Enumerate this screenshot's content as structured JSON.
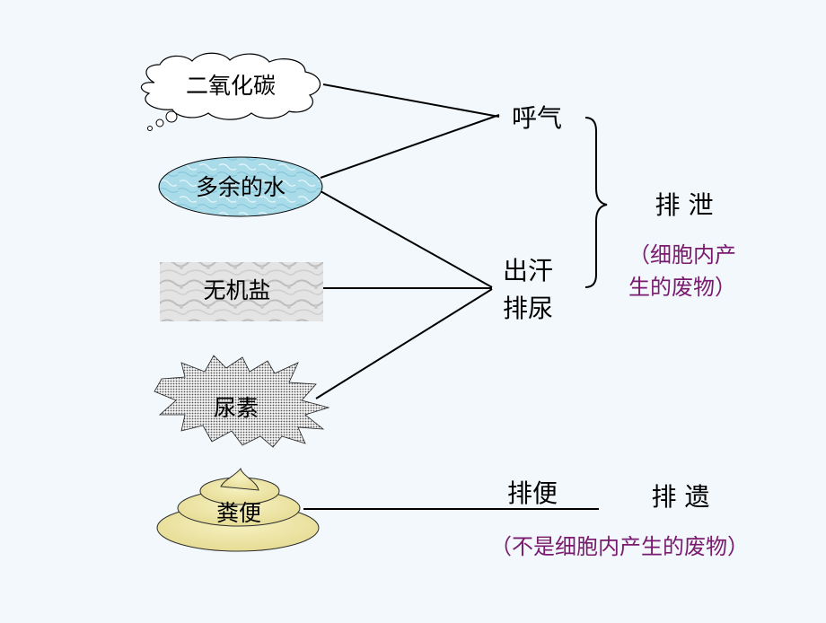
{
  "nodes": {
    "co2": "二氧化碳",
    "water": "多余的水",
    "salt": "无机盐",
    "urea": "尿素",
    "feces": "粪便"
  },
  "routes": {
    "breath": "呼气",
    "sweat": "出汗",
    "urine": "排尿",
    "defecate": "排便"
  },
  "categories": {
    "excretion": "排 泄",
    "excretion_note_line1": "（细胞内产",
    "excretion_note_line2": "生的废物）",
    "egestion": "排 遗",
    "egestion_note": "（不是细胞内产生的废物）"
  },
  "colors": {
    "note_text": "#7a1a6e",
    "line": "#000000",
    "background": "#f2f8fc",
    "water_fill": "#a8d8e8",
    "feces_fill": "#f0ebb0"
  }
}
